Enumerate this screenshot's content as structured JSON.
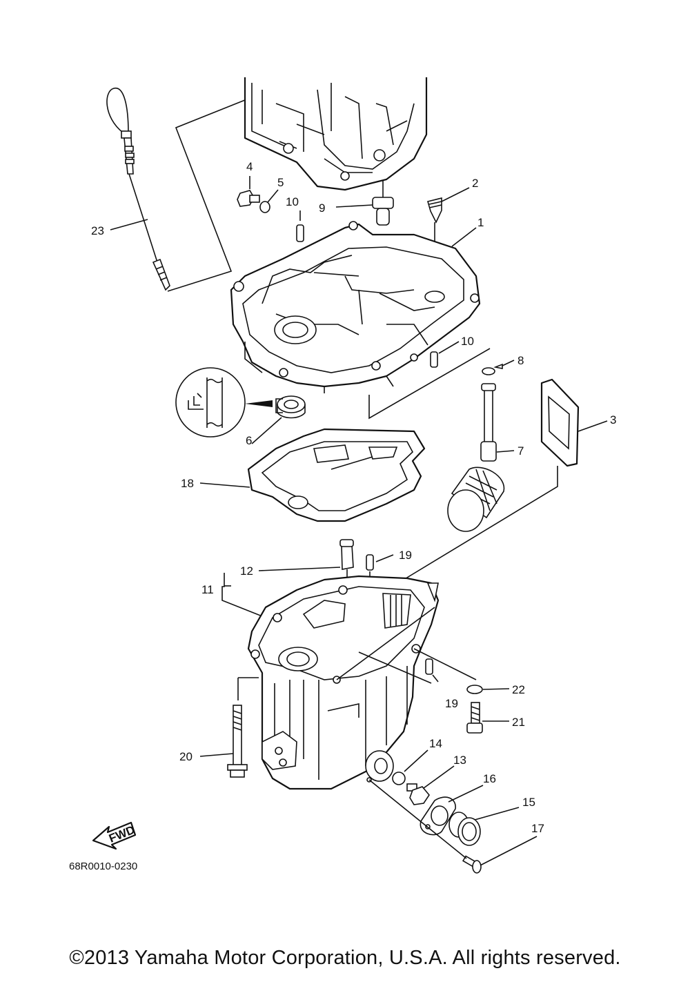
{
  "callouts": {
    "c1": "1",
    "c2": "2",
    "c3": "3",
    "c4": "4",
    "c5": "5",
    "c6": "6",
    "c7": "7",
    "c8": "8",
    "c9": "9",
    "c10a": "10",
    "c10b": "10",
    "c11": "11",
    "c12": "12",
    "c13": "13",
    "c14": "14",
    "c15": "15",
    "c16": "16",
    "c17": "17",
    "c18": "18",
    "c19a": "19",
    "c19b": "19",
    "c20": "20",
    "c21": "21",
    "c22": "22",
    "c23": "23"
  },
  "fwd_label": "FWD",
  "diagram_code": "68R0010-0230",
  "copyright": "©2013 Yamaha Motor Corporation, U.S.A. All rights reserved."
}
